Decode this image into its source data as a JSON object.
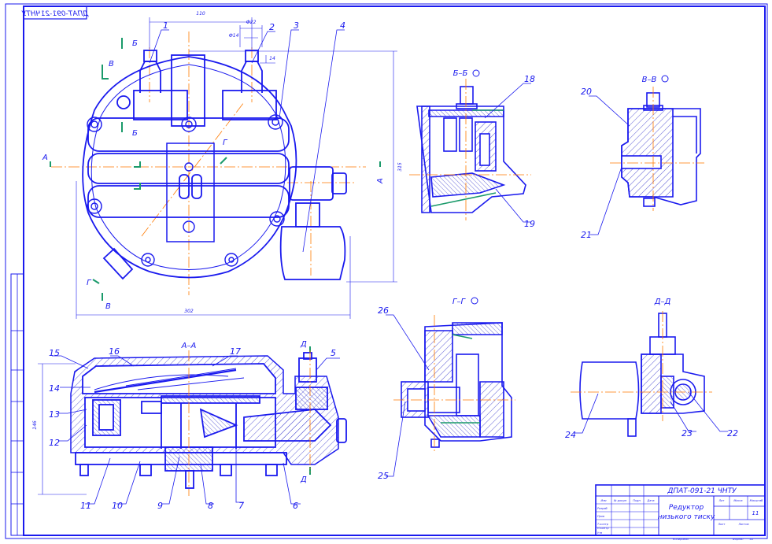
{
  "drawing": {
    "designation": "ДПАТ-091-21 ЧНТУ",
    "designation_mirrored": "ДПАТ-091-21ЧНТУ",
    "title_line1": "Редуктор",
    "title_line2": "низького тиску",
    "sheet_count": "11",
    "titleblock_small": [
      "Лит",
      "Масса",
      "Масштаб",
      "Лист",
      "Листов",
      "Изм",
      "№ докум",
      "Подп",
      "Дата",
      "Разраб",
      "Пров",
      "Т.контр",
      "Н.контр",
      "Утв",
      "Копировал",
      "Формат",
      "А1"
    ]
  },
  "views": {
    "section_aa": "А–А",
    "section_bb": "Б–Б",
    "section_vv": "В–В",
    "section_gg": "Г–Г",
    "section_dd": "Д–Д"
  },
  "cut_marks": {
    "a": "А",
    "b": "Б",
    "v": "В",
    "g": "Г",
    "d": "Д"
  },
  "dimensions": {
    "width_top": "110",
    "dia_22": "Ф22",
    "dia_14": "Ф14",
    "small_14": "14",
    "height_right": "315",
    "width_bottom": "302",
    "height_section": "146"
  },
  "callouts": [
    "1",
    "2",
    "3",
    "4",
    "5",
    "6",
    "7",
    "8",
    "9",
    "10",
    "11",
    "12",
    "13",
    "14",
    "15",
    "16",
    "17",
    "18",
    "19",
    "20",
    "21",
    "22",
    "23",
    "24",
    "25",
    "26"
  ],
  "colors": {
    "line": "#1a1aee",
    "center": "#ff7a00",
    "cut": "#1a9a6a",
    "hatch": "#3333cc"
  }
}
